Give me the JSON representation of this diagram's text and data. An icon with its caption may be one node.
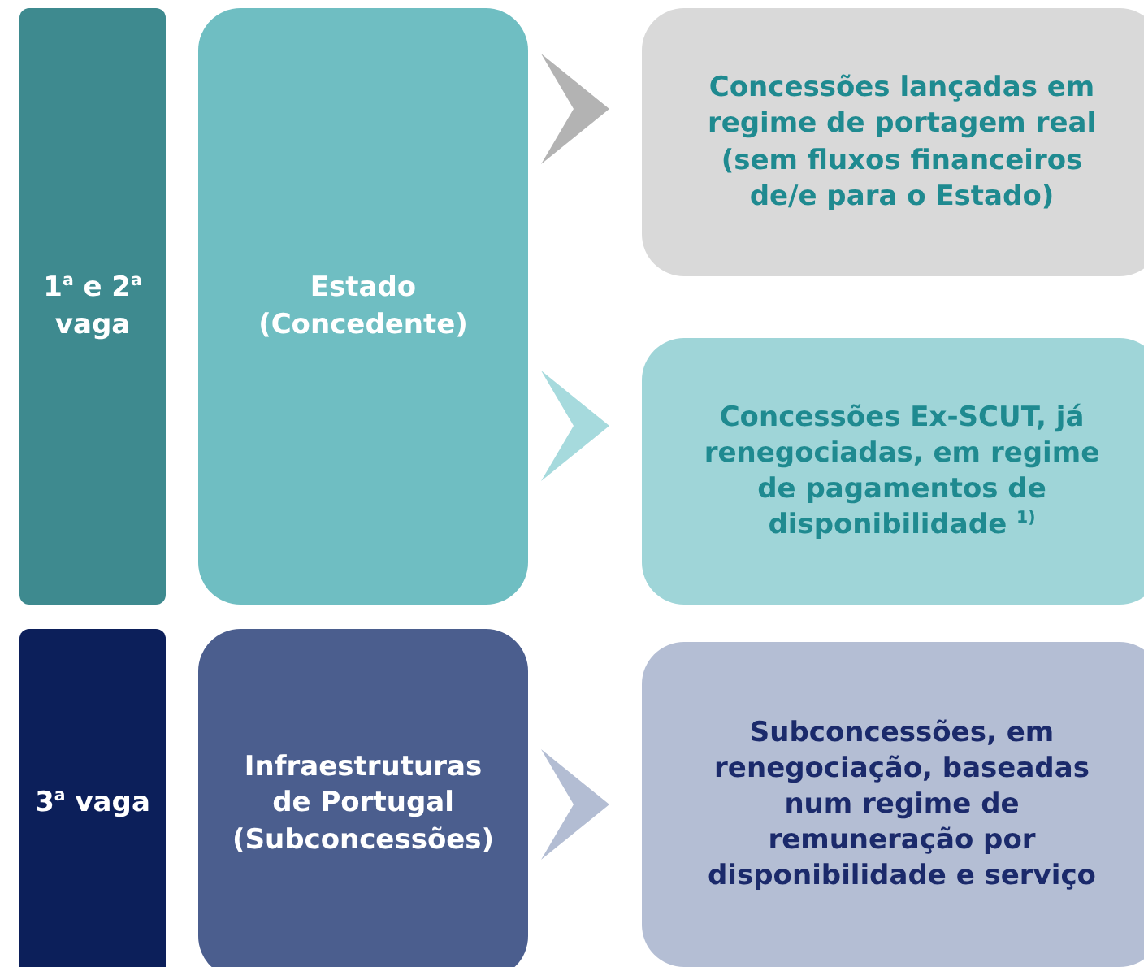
{
  "diagram": {
    "nodes": [
      {
        "text": [
          "1$^{a}$ e 2$^{a}$ vaga"
        ]
      },
      {
        "text": [
          "Estado (Concedente)"
        ]
      },
      {
        "text": [
          "Concessões lançadas em regime de portagem real (sem fluxos financeiros de/e para o Estado)"
        ]
      },
      {
        "text": [
          "Concessões Ex-SCUT, já renegociadas, em regime de pagamentos de disponibilidade $^{1)}$"
        ]
      },
      {
        "text": [
          "3$^{a}$ vaga"
        ]
      },
      {
        "text": [
          "Infraestruturas de Portugal (Subconcessões)"
        ]
      },
      {
        "text": [
          "Subconcessões, em renegociação, baseadas num regime de remuneração por disponibilidade e serviço"
        ]
      }
    ],
    "edges": [
      {
        "from": 1,
        "to": 2,
        "arrow": "to",
        "color": "#b3b3b3"
      },
      {
        "from": 1,
        "to": 3,
        "arrow": "to",
        "color": "#a6dadd"
      },
      {
        "from": 5,
        "to": 6,
        "arrow": "to",
        "color": "#b3bdd3"
      }
    ]
  }
}
